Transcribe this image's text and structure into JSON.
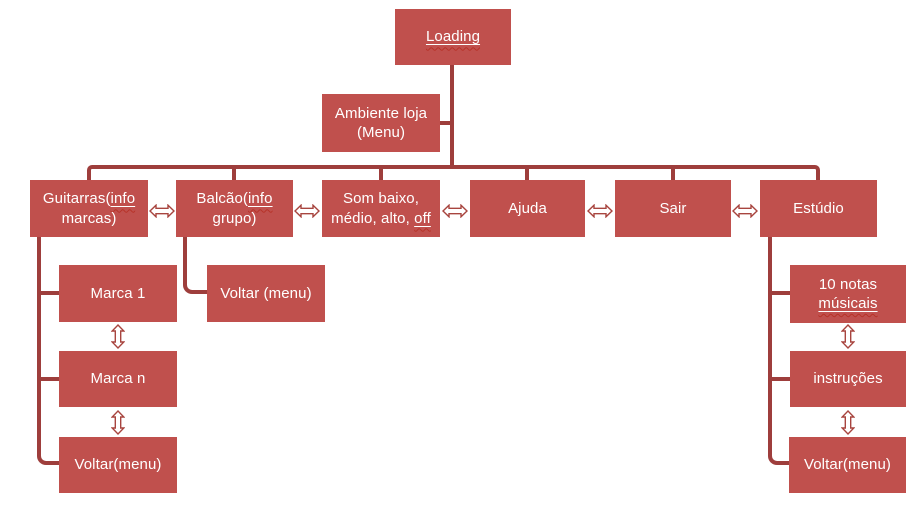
{
  "colors": {
    "box_fill": "#c0504d",
    "box_text": "#ffffff",
    "connector": "#9e3e3c",
    "arrow_outline": "#a8453f",
    "spellcheck_squiggle": "#b73228",
    "background": "#ffffff"
  },
  "icons": {
    "double_arrow_horizontal": "⇔",
    "double_arrow_vertical": "⇕"
  },
  "nodes": {
    "loading": {
      "label": "Loading"
    },
    "ambiente": {
      "line1": "Ambiente loja",
      "line2": "(Menu)"
    },
    "guitarras": {
      "line1_pre": "Guitarras(",
      "line1_word": "info",
      "line2": "marcas)"
    },
    "balcao": {
      "line1_pre": "Balcão(",
      "line1_word": "info",
      "line2": "grupo)"
    },
    "som": {
      "line1": "Som baixo,",
      "line2_pre": "médio, alto, ",
      "line2_word": "off"
    },
    "ajuda": {
      "label": "Ajuda"
    },
    "sair": {
      "label": "Sair"
    },
    "estudio": {
      "label": "Estúdio"
    },
    "marca1": {
      "label": "Marca 1"
    },
    "voltar_balcao": {
      "label": "Voltar (menu)"
    },
    "marca_n": {
      "label": "Marca n"
    },
    "voltar_guitarras": {
      "label": "Voltar(menu)"
    },
    "notas": {
      "line1": "10 notas",
      "line2_word": "músicais"
    },
    "instrucoes": {
      "label": "instruções"
    },
    "voltar_estudio": {
      "label": "Voltar(menu)"
    }
  }
}
